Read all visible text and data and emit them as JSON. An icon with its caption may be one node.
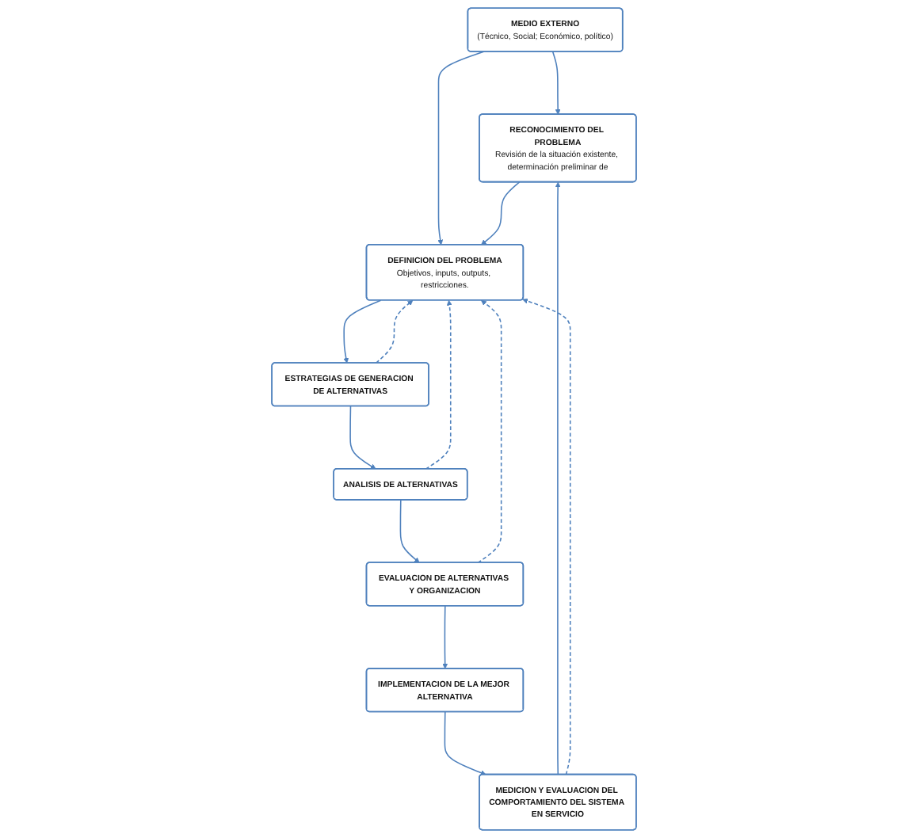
{
  "diagram": {
    "nodes": [
      {
        "text": [
          "MEDIO EXTERNO",
          "(Técnico, Social; Económico, político)"
        ]
      },
      {
        "text": [
          "RECONOCIMIENTO DEL PROBLEMA",
          "Revisión de la situación existente, determinación preliminar de"
        ]
      },
      {
        "text": [
          "DEFINICION DEL PROBLEMA",
          "Objetivos, inputs, outputs, restricciones."
        ]
      },
      {
        "text": [
          "ESTRATEGIAS DE GENERACION DE ALTERNATIVAS"
        ]
      },
      {
        "text": [
          "ANALISIS DE ALTERNATIVAS"
        ]
      },
      {
        "text": [
          "EVALUACION DE ALTERNATIVAS Y ORGANIZACION"
        ]
      },
      {
        "text": [
          "IMPLEMENTACION DE LA MEJOR ALTERNATIVA"
        ]
      },
      {
        "text": [
          "MEDICION Y EVALUACION DEL COMPORTAMIENTO DEL SISTEMA EN SERVICIO"
        ]
      }
    ],
    "edges": [
      {
        "from": 0,
        "to": 1,
        "arrow": "to"
      },
      {
        "from": 0,
        "to": 2,
        "arrow": "to"
      },
      {
        "from": 1,
        "to": 2,
        "arrow": "to"
      },
      {
        "from": 2,
        "to": 3,
        "arrow": "to"
      },
      {
        "from": 3,
        "to": 4,
        "arrow": "to"
      },
      {
        "from": 4,
        "to": 5,
        "arrow": "to"
      },
      {
        "from": 5,
        "to": 6,
        "arrow": "to"
      },
      {
        "from": 6,
        "to": 7,
        "arrow": "to"
      },
      {
        "from": 7,
        "to": 1,
        "arrow": "to"
      },
      {
        "from": 3,
        "to": 2,
        "arrow": "to",
        "style": "dashed"
      },
      {
        "from": 4,
        "to": 2,
        "arrow": "to",
        "style": "dashed"
      },
      {
        "from": 5,
        "to": 2,
        "arrow": "to",
        "style": "dashed"
      },
      {
        "from": 7,
        "to": 2,
        "arrow": "to",
        "style": "dashed"
      }
    ]
  }
}
